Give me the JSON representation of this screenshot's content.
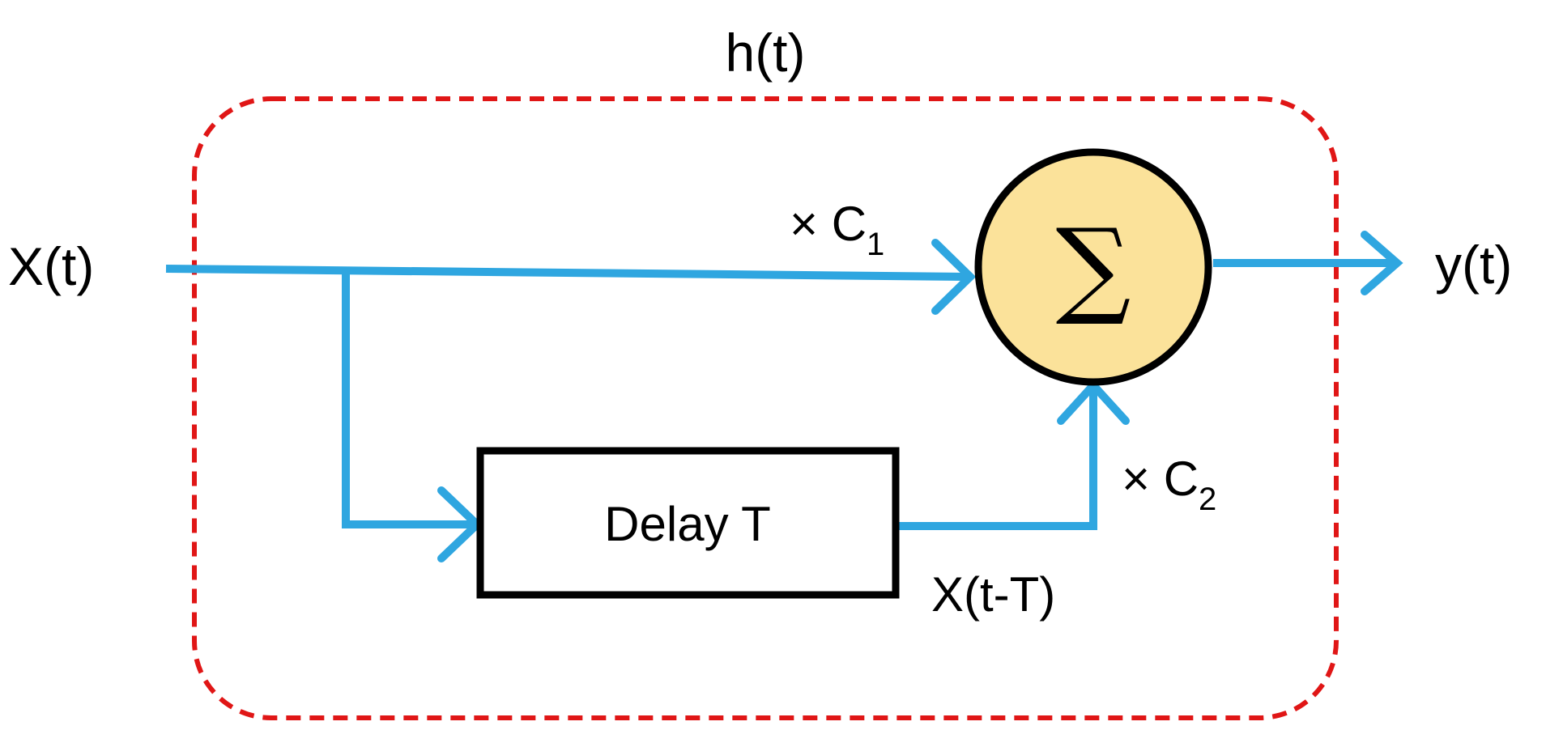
{
  "system": {
    "label": "h(t)"
  },
  "input": {
    "label": "X(t)"
  },
  "output": {
    "label": "y(t)"
  },
  "gain_direct": {
    "times": "× C",
    "subscript": "1"
  },
  "gain_delayed": {
    "times": "× C",
    "subscript": "2"
  },
  "delay_block": {
    "label": "Delay T"
  },
  "delayed_signal": {
    "label": "X(t-T)"
  },
  "summer": {
    "symbol": "∑"
  },
  "colors": {
    "signal": "#2fa6e0",
    "boundary": "#e01616",
    "summer_fill": "#fbe29a",
    "outline": "#000000"
  }
}
